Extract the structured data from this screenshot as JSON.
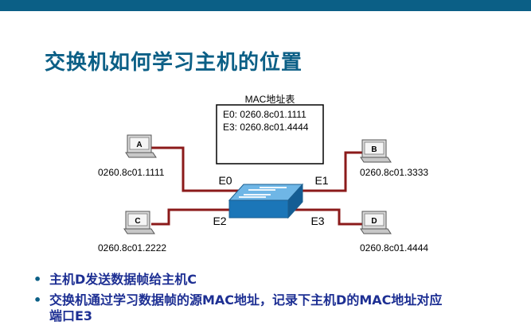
{
  "title": "交换机如何学习主机的位置",
  "colors": {
    "accent": "#0b5f86",
    "link": "#8b1a1a",
    "bullet_text": "#1d2f93",
    "switch_top": "#6fb6e6",
    "switch_side": "#1b76b8"
  },
  "mac_table": {
    "title": "MAC地址表",
    "rows": [
      "E0:  0260.8c01.1111",
      "E3:  0260.8c01.4444"
    ]
  },
  "hosts": {
    "A": {
      "label": "A",
      "mac": "0260.8c01.1111",
      "icon": "computer-icon"
    },
    "B": {
      "label": "B",
      "mac": "0260.8c01.3333",
      "icon": "computer-icon"
    },
    "C": {
      "label": "C",
      "mac": "0260.8c01.2222",
      "icon": "computer-icon"
    },
    "D": {
      "label": "D",
      "mac": "0260.8c01.4444",
      "icon": "computer-icon"
    }
  },
  "ports": {
    "E0": "E0",
    "E1": "E1",
    "E2": "E2",
    "E3": "E3"
  },
  "switch_icon": "switch-icon",
  "bullets": [
    "主机D发送数据帧给主机C",
    "交换机通过学习数据帧的源MAC地址，记录下主机D的MAC地址对应",
    "端口E3"
  ]
}
